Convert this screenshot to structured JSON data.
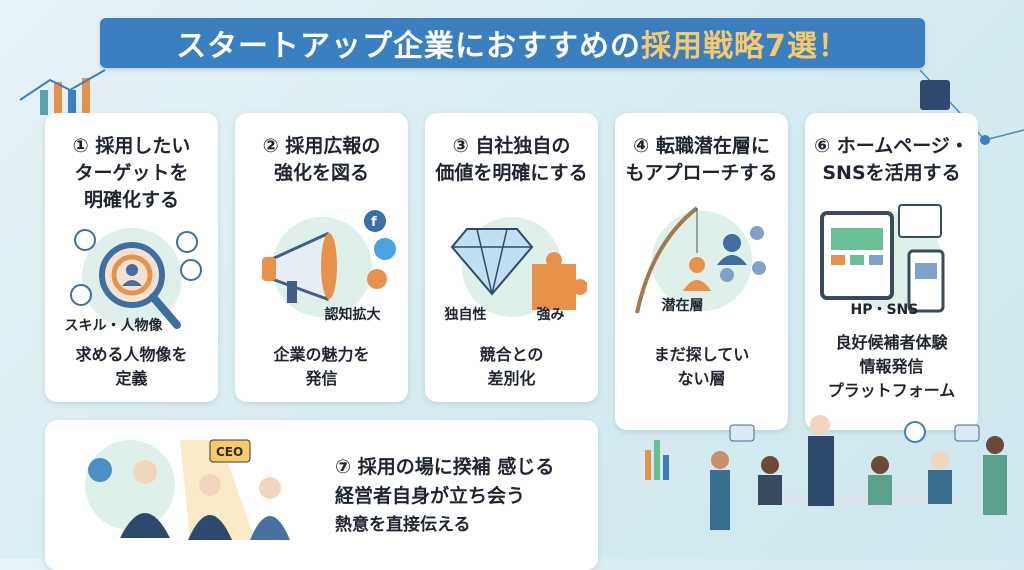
{
  "title": {
    "main": "スタートアップ企業におすすめの",
    "highlight": "採用戦略7選！"
  },
  "colors": {
    "banner": "#3a80c1",
    "highlight": "#f6c96c",
    "accent_orange": "#e8914a",
    "accent_blue": "#4a7fb0"
  },
  "cards": [
    {
      "title": "① 採用したい\nターゲットを\n明確化する",
      "labels": [
        "スキル・人物像"
      ],
      "desc": "求める人物像を\n定義"
    },
    {
      "title": "② 採用広報の\n強化を図る",
      "labels": [
        "認知拡大"
      ],
      "desc": "企業の魅力を\n発信"
    },
    {
      "title": "③ 自社独自の\n価値を明確にする",
      "labels": [
        "独自性",
        "強み"
      ],
      "desc": "競合との\n差別化"
    },
    {
      "title": "④ 転職潜在層に\nもアプローチする",
      "labels": [
        "潜在層"
      ],
      "desc": "まだ探してい\nない層"
    },
    {
      "title": "⑥ ホームページ・\nSNSを活用する",
      "labels": [
        "HP・SNS"
      ],
      "desc": "良好候補者体験\n情報発信\nプラットフォーム"
    }
  ],
  "card7": {
    "lines": [
      "⑦ 採用の場に揆補 感じる",
      "経営者自身が立ち会う",
      "熱意を直接伝える"
    ],
    "ceo_label": "CEO"
  }
}
